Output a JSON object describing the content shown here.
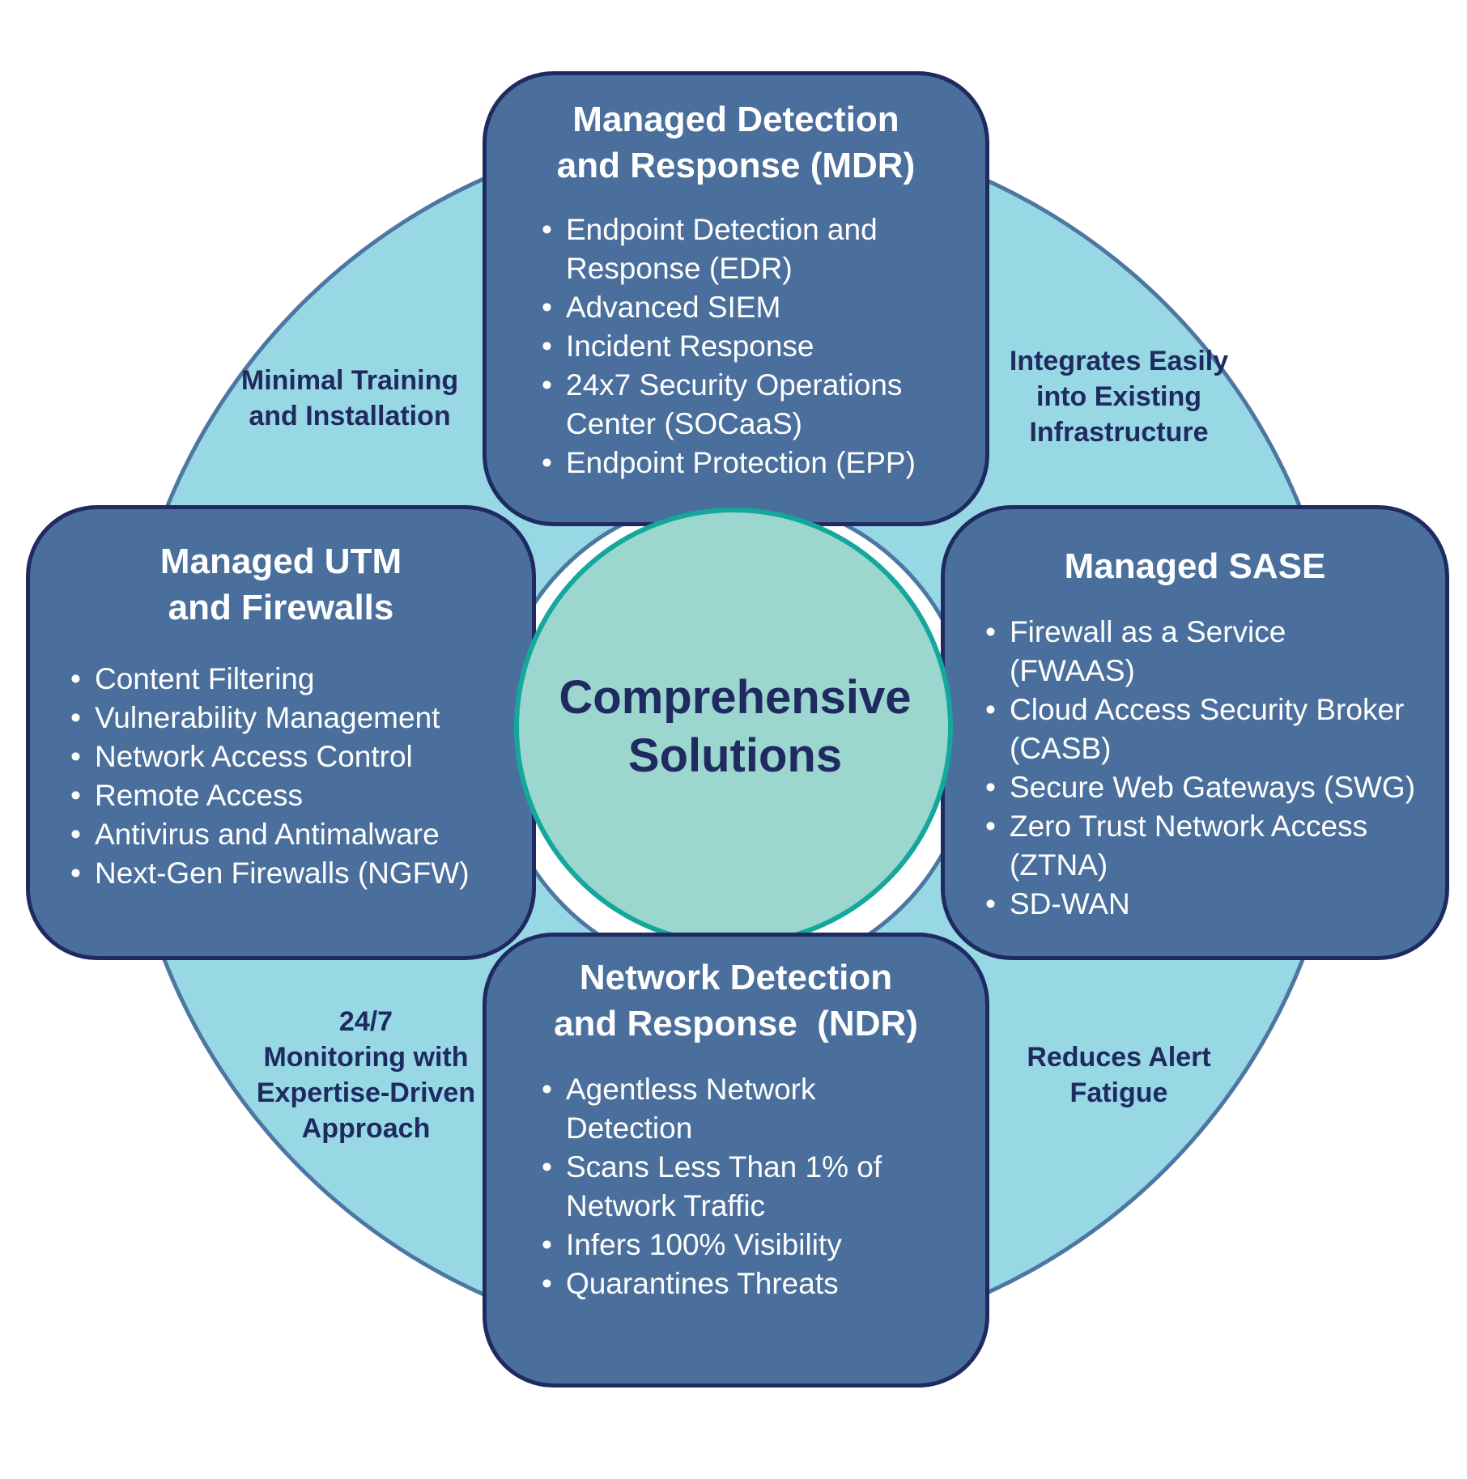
{
  "colors": {
    "outer_ring_fill": "#98d8e5",
    "outer_ring_stroke": "#4d77a3",
    "box_fill": "#4a6f9c",
    "box_border": "#1f2a60",
    "center_fill": "#9bd6cf",
    "center_ring": "#14a79b",
    "text_dark": "#1f2a60",
    "text_light": "#ffffff"
  },
  "center": {
    "line1": "Comprehensive",
    "line2": "Solutions"
  },
  "mdr": {
    "title_line1": "Managed Detection",
    "title_line2": "and Response (MDR)",
    "items": [
      "Endpoint Detection and Response (EDR)",
      "Advanced SIEM",
      "Incident Response",
      "24x7 Security Operations Center (SOCaaS)",
      "Endpoint Protection (EPP)"
    ]
  },
  "utm": {
    "title_line1": "Managed UTM",
    "title_line2": "and Firewalls",
    "items": [
      "Content Filtering",
      "Vulnerability Management",
      "Network Access Control",
      "Remote Access",
      "Antivirus and Antimalware",
      "Next-Gen Firewalls (NGFW)"
    ]
  },
  "sase": {
    "title": "Managed SASE",
    "items": [
      "Firewall as a Service (FWAAS)",
      "Cloud Access Security Broker (CASB)",
      "Secure Web Gateways (SWG)",
      "Zero Trust Network Access (ZTNA)",
      "SD-WAN"
    ]
  },
  "ndr": {
    "title_line1": "Network Detection",
    "title_line2": "and Response  (NDR)",
    "items": [
      "Agentless Network Detection",
      "Scans Less Than 1% of Network Traffic",
      "Infers 100% Visibility",
      "Quarantines Threats"
    ]
  },
  "benefits": {
    "training": [
      "Minimal Training",
      "and Installation"
    ],
    "integrate": [
      "Integrates Easily",
      "into Existing",
      "Infrastructure"
    ],
    "monitor": [
      "24/7",
      "Monitoring with",
      "Expertise-Driven",
      "Approach"
    ],
    "alerts": [
      "Reduces Alert",
      "Fatigue"
    ]
  }
}
